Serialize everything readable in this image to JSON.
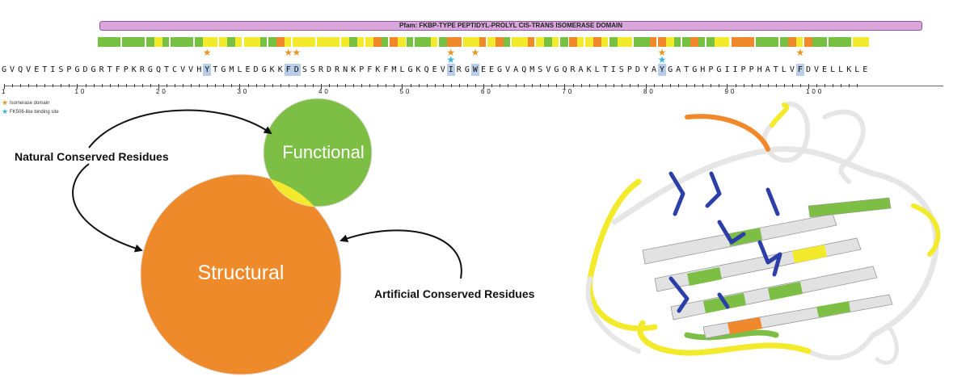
{
  "pfam": {
    "label": "Pfam: FKBP-TYPE PEPTIDYL-PROLYL CIS-TRANS ISOMERASE DOMAIN"
  },
  "colors": {
    "green": "#76c043",
    "yellow": "#f2ea2a",
    "orange": "#f0892b",
    "star_orange": "#e8952a",
    "star_cyan": "#36b5d8",
    "highlight": "#b9cde8",
    "pfam": "#d9a6de"
  },
  "track_colors": [
    "green",
    "green",
    "green",
    "green",
    "green",
    "green",
    "green",
    "yellow",
    "green",
    "green",
    "green",
    "green",
    "green",
    "yellow",
    "yellow",
    "yellow",
    "green",
    "yellow",
    "yellow",
    "yellow",
    "green",
    "green",
    "orange",
    "yellow",
    "yellow",
    "yellow",
    "yellow",
    "yellow",
    "yellow",
    "yellow",
    "yellow",
    "green",
    "yellow",
    "yellow",
    "orange",
    "green",
    "orange",
    "yellow",
    "green",
    "green",
    "green",
    "yellow",
    "green",
    "orange",
    "orange",
    "yellow",
    "yellow",
    "orange",
    "yellow",
    "orange",
    "green",
    "yellow",
    "yellow",
    "orange",
    "yellow",
    "green",
    "yellow",
    "green",
    "orange",
    "yellow",
    "yellow",
    "orange",
    "yellow",
    "green",
    "yellow",
    "yellow",
    "green",
    "green",
    "orange",
    "orange",
    "yellow",
    "green",
    "green",
    "orange",
    "green",
    "green",
    "yellow",
    "yellow",
    "orange",
    "orange",
    "orange",
    "green",
    "green",
    "green",
    "green",
    "orange",
    "yellow",
    "orange",
    "green",
    "green",
    "green",
    "green",
    "green",
    "yellow",
    "yellow",
    "yellow",
    "orange",
    "orange",
    "orange",
    "orange",
    "orange",
    "green",
    "orange",
    "green",
    "green",
    "green"
  ],
  "sequence": "GVQVETISPGDGRTFPKRGQTCVVHYTGMLEDGKKFDSSRDRNKPFKFMLGKQEVIRGWEEGVAQMSVGQRAKLTISPDYAYGATGHPGIIPPHATLVFDVELLKLE",
  "highlighted_residues": [
    26,
    36,
    37,
    56,
    59,
    82,
    99
  ],
  "isomerase_stars": [
    26,
    36,
    37,
    56,
    59,
    82,
    99
  ],
  "fk506_stars": [
    56,
    82
  ],
  "ruler_labels": [
    "1",
    "10",
    "20",
    "30",
    "40",
    "50",
    "60",
    "70",
    "80",
    "90",
    "100"
  ],
  "legend": [
    {
      "icon": "star-orange",
      "label": "Isomerase domain"
    },
    {
      "icon": "star-cyan",
      "label": "FK506-like binding site"
    }
  ],
  "venn": {
    "functional": "Functional",
    "structural": "Structural",
    "natural": "Natural  Conserved Residues",
    "artificial": "Artificial  Conserved Residues"
  }
}
